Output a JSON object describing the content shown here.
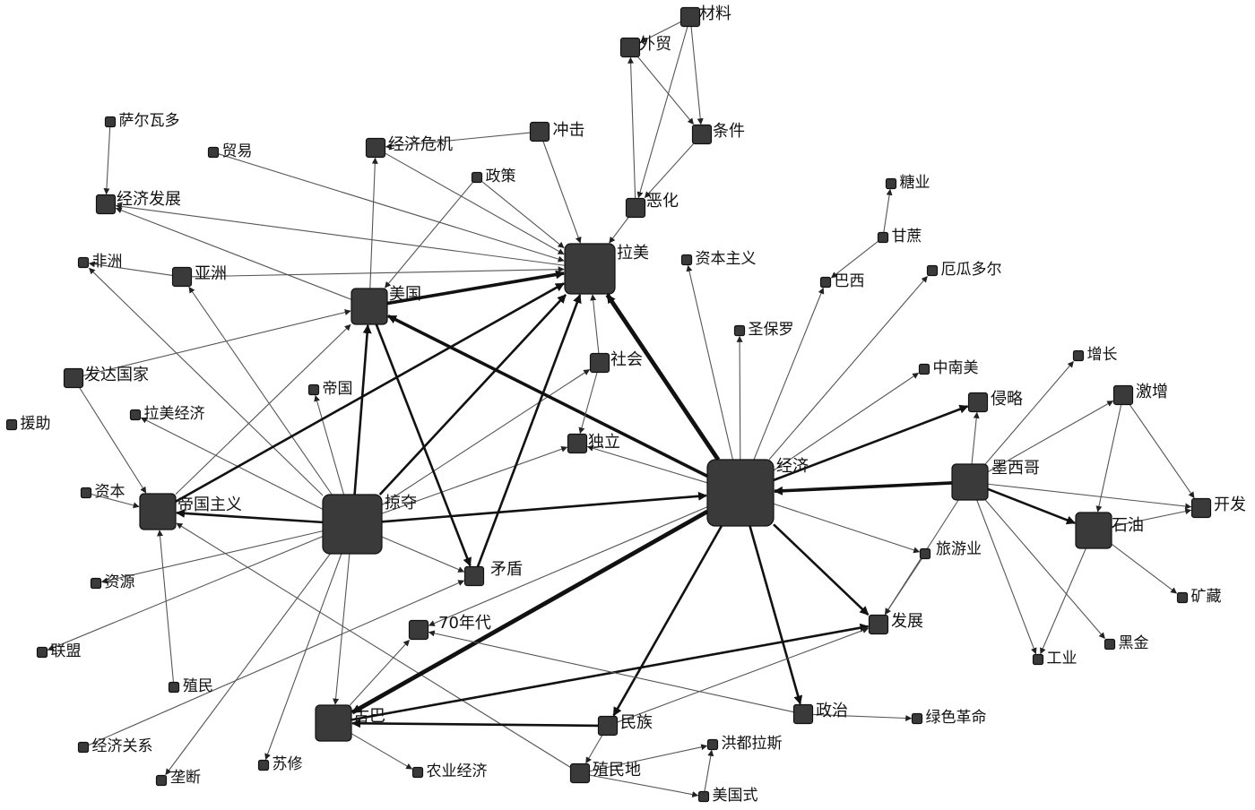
{
  "nodes": {
    "cailiao": {
      "label": "材料",
      "size": "s"
    },
    "waimao": {
      "label": "外贸",
      "size": "s"
    },
    "tiaojian": {
      "label": "条件",
      "size": "s"
    },
    "ehua": {
      "label": "恶化",
      "size": "s"
    },
    "chongji": {
      "label": "冲击",
      "size": "s"
    },
    "jjweiji": {
      "label": "经济危机",
      "size": "s"
    },
    "saerwaduo": {
      "label": "萨尔瓦多",
      "size": "xs"
    },
    "maoyi": {
      "label": "贸易",
      "size": "xs"
    },
    "zhengce": {
      "label": "政策",
      "size": "xs"
    },
    "jjfazhan": {
      "label": "经济发展",
      "size": "s"
    },
    "lamei": {
      "label": "拉美",
      "size": "l"
    },
    "feizhou": {
      "label": "非洲",
      "size": "xs"
    },
    "yazhou": {
      "label": "亚洲",
      "size": "s"
    },
    "meiguo": {
      "label": "美国",
      "size": "m"
    },
    "tangye": {
      "label": "糖业",
      "size": "xs"
    },
    "ganzhe": {
      "label": "甘蔗",
      "size": "xs"
    },
    "zibenzhuyi": {
      "label": "资本主义",
      "size": "xs"
    },
    "baxi": {
      "label": "巴西",
      "size": "xs"
    },
    "eguaduoer": {
      "label": "厄瓜多尔",
      "size": "xs"
    },
    "shengbaoluo": {
      "label": "圣保罗",
      "size": "xs"
    },
    "shehui": {
      "label": "社会",
      "size": "s"
    },
    "zhongnanmei": {
      "label": "中南美",
      "size": "xs"
    },
    "qinlue": {
      "label": "侵略",
      "size": "s"
    },
    "zengzhang": {
      "label": "增长",
      "size": "xs"
    },
    "jizeng": {
      "label": "激增",
      "size": "s"
    },
    "fadaguojia": {
      "label": "发达国家",
      "size": "s"
    },
    "diguo": {
      "label": "帝国",
      "size": "xs"
    },
    "yuanzhu": {
      "label": "援助",
      "size": "xs"
    },
    "lameijingji": {
      "label": "拉美经济",
      "size": "xs"
    },
    "duli": {
      "label": "独立",
      "size": "s"
    },
    "jingji": {
      "label": "经济",
      "size": "xl"
    },
    "moxige": {
      "label": "墨西哥",
      "size": "m"
    },
    "ziben": {
      "label": "资本",
      "size": "xs"
    },
    "diguozhuyi": {
      "label": "帝国主义",
      "size": "m"
    },
    "lveduo": {
      "label": "掠夺",
      "size": "xl2"
    },
    "kaifa": {
      "label": "开发",
      "size": "s"
    },
    "shiyou": {
      "label": "石油",
      "size": "m"
    },
    "ziyuan": {
      "label": "资源",
      "size": "xs"
    },
    "maodun": {
      "label": "矛盾",
      "size": "s"
    },
    "lvyouye": {
      "label": "旅游业",
      "size": "xs"
    },
    "kuangcang": {
      "label": "矿藏",
      "size": "xs"
    },
    "lianmeng": {
      "label": "联盟",
      "size": "xs"
    },
    "niandai70": {
      "label": "70年代",
      "size": "s"
    },
    "fazhan": {
      "label": "发展",
      "size": "s"
    },
    "heijin": {
      "label": "黑金",
      "size": "xs"
    },
    "gongye": {
      "label": "工业",
      "size": "xs"
    },
    "zhimin": {
      "label": "殖民",
      "size": "xs"
    },
    "guba": {
      "label": "古巴",
      "size": "m"
    },
    "zhengzhi": {
      "label": "政治",
      "size": "s"
    },
    "lvsegeming": {
      "label": "绿色革命",
      "size": "xs"
    },
    "minzu": {
      "label": "民族",
      "size": "s"
    },
    "jjguanxi": {
      "label": "经济关系",
      "size": "xs"
    },
    "suxiu": {
      "label": "苏修",
      "size": "xs"
    },
    "nongyejingji": {
      "label": "农业经济",
      "size": "xs"
    },
    "hongdulasi": {
      "label": "洪都拉斯",
      "size": "xs"
    },
    "zhimindi": {
      "label": "殖民地",
      "size": "s"
    },
    "longduan": {
      "label": "垄断",
      "size": "xs"
    },
    "meiguoshi": {
      "label": "美国式",
      "size": "xs"
    }
  },
  "edges": [
    {
      "from": "cailiao",
      "to": "waimao",
      "weight": 1
    },
    {
      "from": "cailiao",
      "to": "tiaojian",
      "weight": 1
    },
    {
      "from": "cailiao",
      "to": "ehua",
      "weight": 1
    },
    {
      "from": "waimao",
      "to": "tiaojian",
      "weight": 1
    },
    {
      "from": "tiaojian",
      "to": "ehua",
      "weight": 1
    },
    {
      "from": "ehua",
      "to": "waimao",
      "weight": 1
    },
    {
      "from": "ehua",
      "to": "lamei",
      "weight": 1
    },
    {
      "from": "chongji",
      "to": "jjweiji",
      "weight": 1
    },
    {
      "from": "chongji",
      "to": "lamei",
      "weight": 1
    },
    {
      "from": "jjweiji",
      "to": "lamei",
      "weight": 1
    },
    {
      "from": "saerwaduo",
      "to": "jjfazhan",
      "weight": 1
    },
    {
      "from": "maoyi",
      "to": "lamei",
      "weight": 1
    },
    {
      "from": "zhengce",
      "to": "lamei",
      "weight": 1
    },
    {
      "from": "zhengce",
      "to": "meiguo",
      "weight": 1
    },
    {
      "from": "lamei",
      "to": "jjfazhan",
      "weight": 1
    },
    {
      "from": "meiguo",
      "to": "jjfazhan",
      "weight": 1
    },
    {
      "from": "meiguo",
      "to": "lamei",
      "weight": 3
    },
    {
      "from": "meiguo",
      "to": "jjweiji",
      "weight": 1
    },
    {
      "from": "yazhou",
      "to": "feizhou",
      "weight": 1
    },
    {
      "from": "yazhou",
      "to": "lamei",
      "weight": 1
    },
    {
      "from": "fadaguojia",
      "to": "meiguo",
      "weight": 1
    },
    {
      "from": "fadaguojia",
      "to": "diguozhuyi",
      "weight": 1
    },
    {
      "from": "lveduo",
      "to": "feizhou",
      "weight": 1
    },
    {
      "from": "lveduo",
      "to": "yazhou",
      "weight": 1
    },
    {
      "from": "lveduo",
      "to": "lamei",
      "weight": 2
    },
    {
      "from": "lveduo",
      "to": "meiguo",
      "weight": 2
    },
    {
      "from": "lveduo",
      "to": "diguo",
      "weight": 1
    },
    {
      "from": "lveduo",
      "to": "lameijingji",
      "weight": 1
    },
    {
      "from": "lveduo",
      "to": "diguozhuyi",
      "weight": 2
    },
    {
      "from": "lveduo",
      "to": "jingji",
      "weight": 2
    },
    {
      "from": "lveduo",
      "to": "maodun",
      "weight": 1
    },
    {
      "from": "lveduo",
      "to": "duli",
      "weight": 1
    },
    {
      "from": "lveduo",
      "to": "guba",
      "weight": 1
    },
    {
      "from": "lveduo",
      "to": "shehui",
      "weight": 1
    },
    {
      "from": "lveduo",
      "to": "ziyuan",
      "weight": 1
    },
    {
      "from": "lveduo",
      "to": "lianmeng",
      "weight": 1
    },
    {
      "from": "lveduo",
      "to": "suxiu",
      "weight": 1
    },
    {
      "from": "lveduo",
      "to": "longduan",
      "weight": 1
    },
    {
      "from": "ziben",
      "to": "diguozhuyi",
      "weight": 1
    },
    {
      "from": "diguozhuyi",
      "to": "lamei",
      "weight": 2
    },
    {
      "from": "diguozhuyi",
      "to": "meiguo",
      "weight": 1
    },
    {
      "from": "zhimin",
      "to": "diguozhuyi",
      "weight": 1
    },
    {
      "from": "zhimindi",
      "to": "diguozhuyi",
      "weight": 1
    },
    {
      "from": "meiguo",
      "to": "maodun",
      "weight": 2
    },
    {
      "from": "maodun",
      "to": "lamei",
      "weight": 2
    },
    {
      "from": "jjguanxi",
      "to": "maodun",
      "weight": 1
    },
    {
      "from": "jingji",
      "to": "lamei",
      "weight": 4
    },
    {
      "from": "jingji",
      "to": "meiguo",
      "weight": 3
    },
    {
      "from": "jingji",
      "to": "duli",
      "weight": 1
    },
    {
      "from": "jingji",
      "to": "zibenzhuyi",
      "weight": 1
    },
    {
      "from": "jingji",
      "to": "baxi",
      "weight": 1
    },
    {
      "from": "jingji",
      "to": "eguaduoer",
      "weight": 1
    },
    {
      "from": "jingji",
      "to": "shengbaoluo",
      "weight": 1
    },
    {
      "from": "jingji",
      "to": "zhongnanmei",
      "weight": 1
    },
    {
      "from": "jingji",
      "to": "qinlue",
      "weight": 2
    },
    {
      "from": "jingji",
      "to": "lvyouye",
      "weight": 1
    },
    {
      "from": "jingji",
      "to": "fazhan",
      "weight": 2
    },
    {
      "from": "jingji",
      "to": "zhengzhi",
      "weight": 2
    },
    {
      "from": "jingji",
      "to": "guba",
      "weight": 4
    },
    {
      "from": "jingji",
      "to": "minzu",
      "weight": 2
    },
    {
      "from": "jingji",
      "to": "niandai70",
      "weight": 1
    },
    {
      "from": "moxige",
      "to": "jingji",
      "weight": 3
    },
    {
      "from": "moxige",
      "to": "qinlue",
      "weight": 1
    },
    {
      "from": "moxige",
      "to": "zengzhang",
      "weight": 1
    },
    {
      "from": "moxige",
      "to": "jizeng",
      "weight": 1
    },
    {
      "from": "moxige",
      "to": "kaifa",
      "weight": 1
    },
    {
      "from": "moxige",
      "to": "shiyou",
      "weight": 2
    },
    {
      "from": "moxige",
      "to": "heijin",
      "weight": 1
    },
    {
      "from": "moxige",
      "to": "gongye",
      "weight": 1
    },
    {
      "from": "moxige",
      "to": "fazhan",
      "weight": 1
    },
    {
      "from": "jizeng",
      "to": "kaifa",
      "weight": 1
    },
    {
      "from": "jizeng",
      "to": "shiyou",
      "weight": 1
    },
    {
      "from": "shiyou",
      "to": "kaifa",
      "weight": 1
    },
    {
      "from": "shiyou",
      "to": "kuangcang",
      "weight": 1
    },
    {
      "from": "shiyou",
      "to": "gongye",
      "weight": 1
    },
    {
      "from": "ganzhe",
      "to": "tangye",
      "weight": 1
    },
    {
      "from": "ganzhe",
      "to": "baxi",
      "weight": 1
    },
    {
      "from": "shehui",
      "to": "lamei",
      "weight": 1
    },
    {
      "from": "shehui",
      "to": "duli",
      "weight": 1
    },
    {
      "from": "guba",
      "to": "fazhan",
      "weight": 2
    },
    {
      "from": "guba",
      "to": "niandai70",
      "weight": 1
    },
    {
      "from": "guba",
      "to": "nongyejingji",
      "weight": 1
    },
    {
      "from": "minzu",
      "to": "guba",
      "weight": 2
    },
    {
      "from": "minzu",
      "to": "fazhan",
      "weight": 1
    },
    {
      "from": "minzu",
      "to": "zhimindi",
      "weight": 1
    },
    {
      "from": "zhengzhi",
      "to": "lvsegeming",
      "weight": 1
    },
    {
      "from": "zhengzhi",
      "to": "niandai70",
      "weight": 1
    },
    {
      "from": "zhimindi",
      "to": "hongdulasi",
      "weight": 1
    },
    {
      "from": "zhimindi",
      "to": "meiguoshi",
      "weight": 1
    },
    {
      "from": "meiguoshi",
      "to": "hongdulasi",
      "weight": 1
    },
    {
      "from": "lvyouye",
      "to": "fazhan",
      "weight": 1
    }
  ]
}
